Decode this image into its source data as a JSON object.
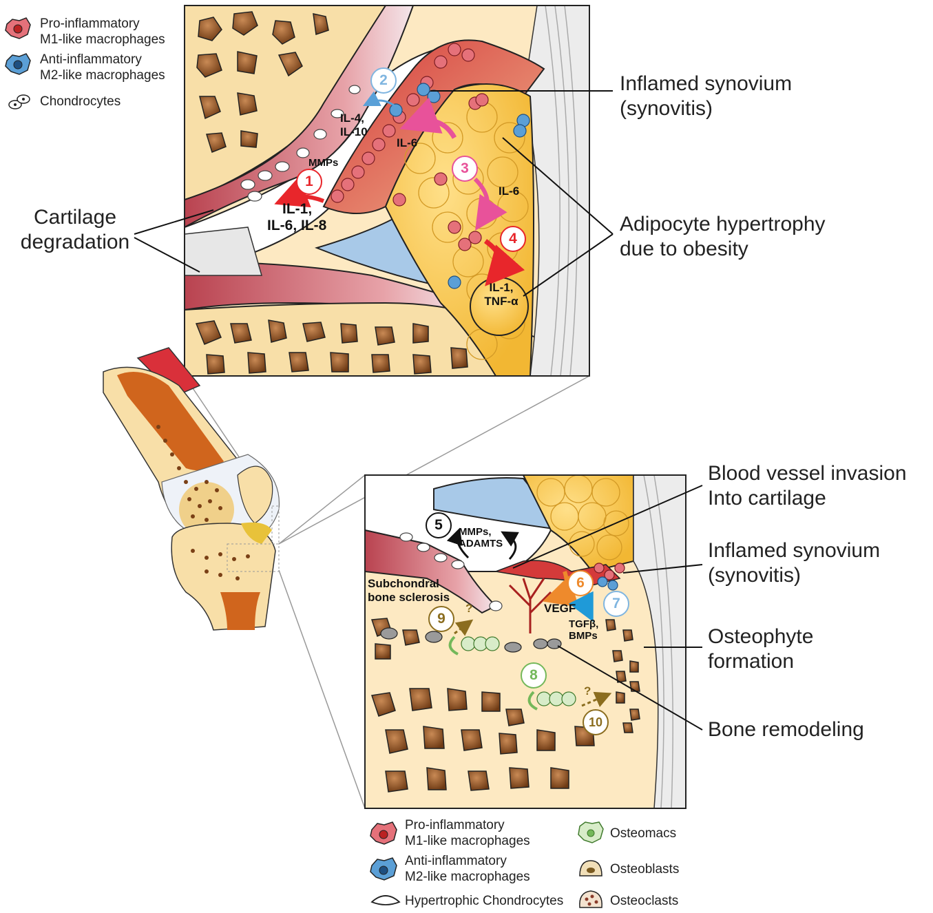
{
  "legend_top": {
    "items": [
      {
        "icon": "m1-macrophage-icon",
        "line1": "Pro-inflammatory",
        "line2": "M1-like macrophages",
        "color": "#d9303a"
      },
      {
        "icon": "m2-macrophage-icon",
        "line1": "Anti-inflammatory",
        "line2": "M2-like macrophages",
        "color": "#2f7fc0"
      },
      {
        "icon": "chondrocyte-icon",
        "line1": "Chondrocytes",
        "line2": ""
      }
    ]
  },
  "labels": {
    "cartilage_line1": "Cartilage",
    "cartilage_line2": "degradation",
    "synovium_top_line1": "Inflamed synovium",
    "synovium_top_line2": "(synovitis)",
    "adipocyte_line1": "Adipocyte hypertrophy",
    "adipocyte_line2": "due to obesity",
    "vessel_line1": "Blood vessel invasion",
    "vessel_line2": "Into cartilage",
    "synovium_bottom_line1": "Inflamed synovium",
    "synovium_bottom_line2": "(synovitis)",
    "osteophyte_line1": "Osteophyte",
    "osteophyte_line2": "formation",
    "remodeling": "Bone remodeling"
  },
  "top_panel": {
    "steps": [
      {
        "n": "1",
        "color": "#e8262b"
      },
      {
        "n": "2",
        "color": "#7fb5e0"
      },
      {
        "n": "3",
        "color": "#e8529a"
      },
      {
        "n": "4",
        "color": "#e8262b"
      }
    ],
    "il4_line1": "IL-4,",
    "il4_line2": "IL-10",
    "il6_a": "IL-6",
    "mmps": "MMPs",
    "il1_line1": "IL-1,",
    "il1_line2": "IL-6, IL-8",
    "il6_b": "IL-6",
    "tnf_line1": "IL-1,",
    "tnf_line2": "TNF-α"
  },
  "bottom_panel": {
    "steps": [
      {
        "n": "5",
        "color": "#111111"
      },
      {
        "n": "6",
        "color": "#ee8a2c"
      },
      {
        "n": "7",
        "color": "#7fb5e0"
      },
      {
        "n": "8",
        "color": "#74b85a"
      },
      {
        "n": "9",
        "color": "#8b6d1f"
      },
      {
        "n": "10",
        "color": "#8b6d1f"
      }
    ],
    "mmps_line1": "MMPs,",
    "mmps_line2": "ADAMTS",
    "sclerosis_line1": "Subchondral",
    "sclerosis_line2": "bone sclerosis",
    "vegf": "VEGF",
    "tgf_line1": "TGFβ,",
    "tgf_line2": "BMPs",
    "q1": "?",
    "q2": "?"
  },
  "legend_bottom": {
    "left": [
      {
        "icon": "m1-macrophage-icon",
        "line1": "Pro-inflammatory",
        "line2": "M1-like macrophages"
      },
      {
        "icon": "m2-macrophage-icon",
        "line1": "Anti-inflammatory",
        "line2": "M2-like macrophages"
      },
      {
        "icon": "hypertrophic-chondrocyte-icon",
        "line1": "Hypertrophic Chondrocytes",
        "line2": ""
      }
    ],
    "right": [
      {
        "icon": "osteomac-icon",
        "label": "Osteomacs"
      },
      {
        "icon": "osteoblast-icon",
        "label": "Osteoblasts"
      },
      {
        "icon": "osteoclast-icon",
        "label": "Osteoclasts"
      }
    ]
  }
}
